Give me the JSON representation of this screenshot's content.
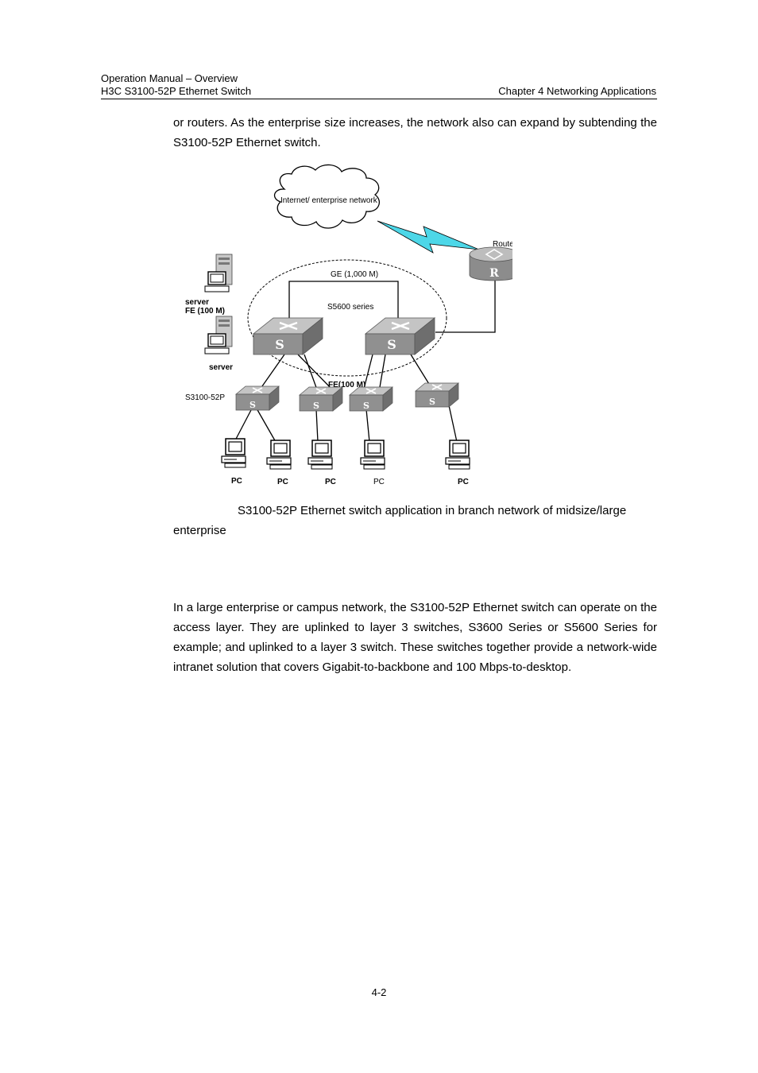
{
  "header": {
    "left_line1": "Operation Manual – Overview",
    "left_line2": "H3C S3100-52P Ethernet Switch",
    "right": "Chapter 4  Networking Applications"
  },
  "paragraph_top": "or routers. As the enterprise size increases, the network also can expand by subtending the S3100-52P Ethernet switch.",
  "diagram": {
    "cloud_label": "Internet/ enterprise network",
    "router_label": "Router",
    "router_letter": "R",
    "ge_label": "GE (1,000 M)",
    "core_label": "S5600 series",
    "server_top_label": "server",
    "server_link_label": "FE (100 M)",
    "server_bottom_label": "server",
    "fe_label": "FE(100 M)",
    "access_label": "S3100-52P",
    "switch_letter": "S",
    "pc_labels": [
      "PC",
      "PC",
      "PC",
      "PC",
      "PC"
    ]
  },
  "caption_line1": "S3100-52P Ethernet switch application in branch network of midsize/large",
  "caption_line2": "enterprise",
  "paragraph_bottom": "In a large enterprise or campus network, the S3100-52P Ethernet switch can operate on the access layer. They are uplinked to layer 3 switches, S3600 Series or S5600 Series for example; and uplinked to a layer 3 switch. These switches together provide a network-wide intranet solution that covers Gigabit-to-backbone and 100 Mbps-to-desktop.",
  "page_number": "4-2"
}
